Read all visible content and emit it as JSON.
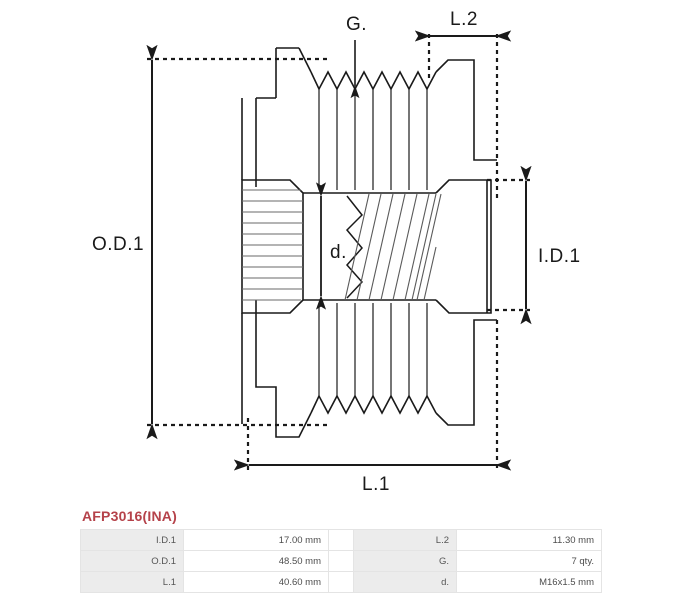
{
  "drawing": {
    "title": "alternator freewheel pulley cross-section",
    "dimension_labels": {
      "od1": "O.D.1",
      "id1": "I.D.1",
      "l1": "L.1",
      "l2": "L.2",
      "g": "G.",
      "d": "d."
    },
    "groove_count": 7,
    "colors": {
      "outline": "#1a1a1a",
      "hatch": "#4a4a4a",
      "dimension": "#1a1a1a"
    }
  },
  "spec": {
    "part_number": "AFP3016(INA)",
    "rows": [
      {
        "left_key": "I.D.1",
        "left_value": "17.00 mm",
        "right_key": "L.2",
        "right_value": "11.30 mm"
      },
      {
        "left_key": "O.D.1",
        "left_value": "48.50 mm",
        "right_key": "G.",
        "right_value": "7 qty."
      },
      {
        "left_key": "L.1",
        "left_value": "40.60 mm",
        "right_key": "d.",
        "right_value": "M16x1.5 mm"
      }
    ]
  }
}
